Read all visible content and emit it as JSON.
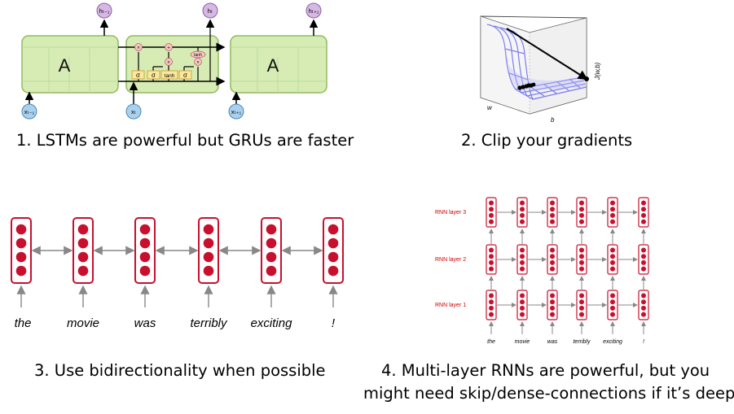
{
  "panels": [
    {
      "caption": "1. LSTMs are powerful but GRUs are faster",
      "cells": [
        {
          "label": "A",
          "output": "hₜ₋₁",
          "input": "xₜ₋₁"
        },
        {
          "label": "",
          "output": "hₜ",
          "input": "xₜ"
        },
        {
          "label": "A",
          "output": "hₜ₊₁",
          "input": "xₜ₊₁"
        }
      ],
      "gates": [
        "σ",
        "σ",
        "tanh",
        "σ"
      ],
      "pointwise_ops": [
        "×",
        "+",
        "×",
        "×",
        "tanh"
      ]
    },
    {
      "caption": "2. Clip your gradients",
      "axis_labels": {
        "left": "w",
        "bottom": "b",
        "right": "J(w,b)"
      }
    },
    {
      "caption": "3. Use bidirectionality when possible",
      "words": [
        "the",
        "movie",
        "was",
        "terribly",
        "exciting",
        "!"
      ]
    },
    {
      "caption_line1": "4. Multi-layer RNNs are powerful, but you",
      "caption_line2": "might need skip/dense-connections if it’s deep",
      "layers": [
        "RNN layer 3",
        "RNN layer 2",
        "RNN layer 1"
      ],
      "words": [
        "the",
        "movie",
        "was",
        "terribly",
        "exciting",
        "!"
      ]
    }
  ],
  "colors": {
    "cell_fill": "#d6ecb4",
    "cell_border": "#8dbb5e",
    "input_fill": "#a9d1ee",
    "output_fill": "#d7b8e4",
    "gate_fill": "#fbe7a0",
    "op_fill": "#f5c6c6",
    "rnn_red": "#c8102e",
    "surface_line": "#7b7bee",
    "layer_label": "#cc0000"
  }
}
